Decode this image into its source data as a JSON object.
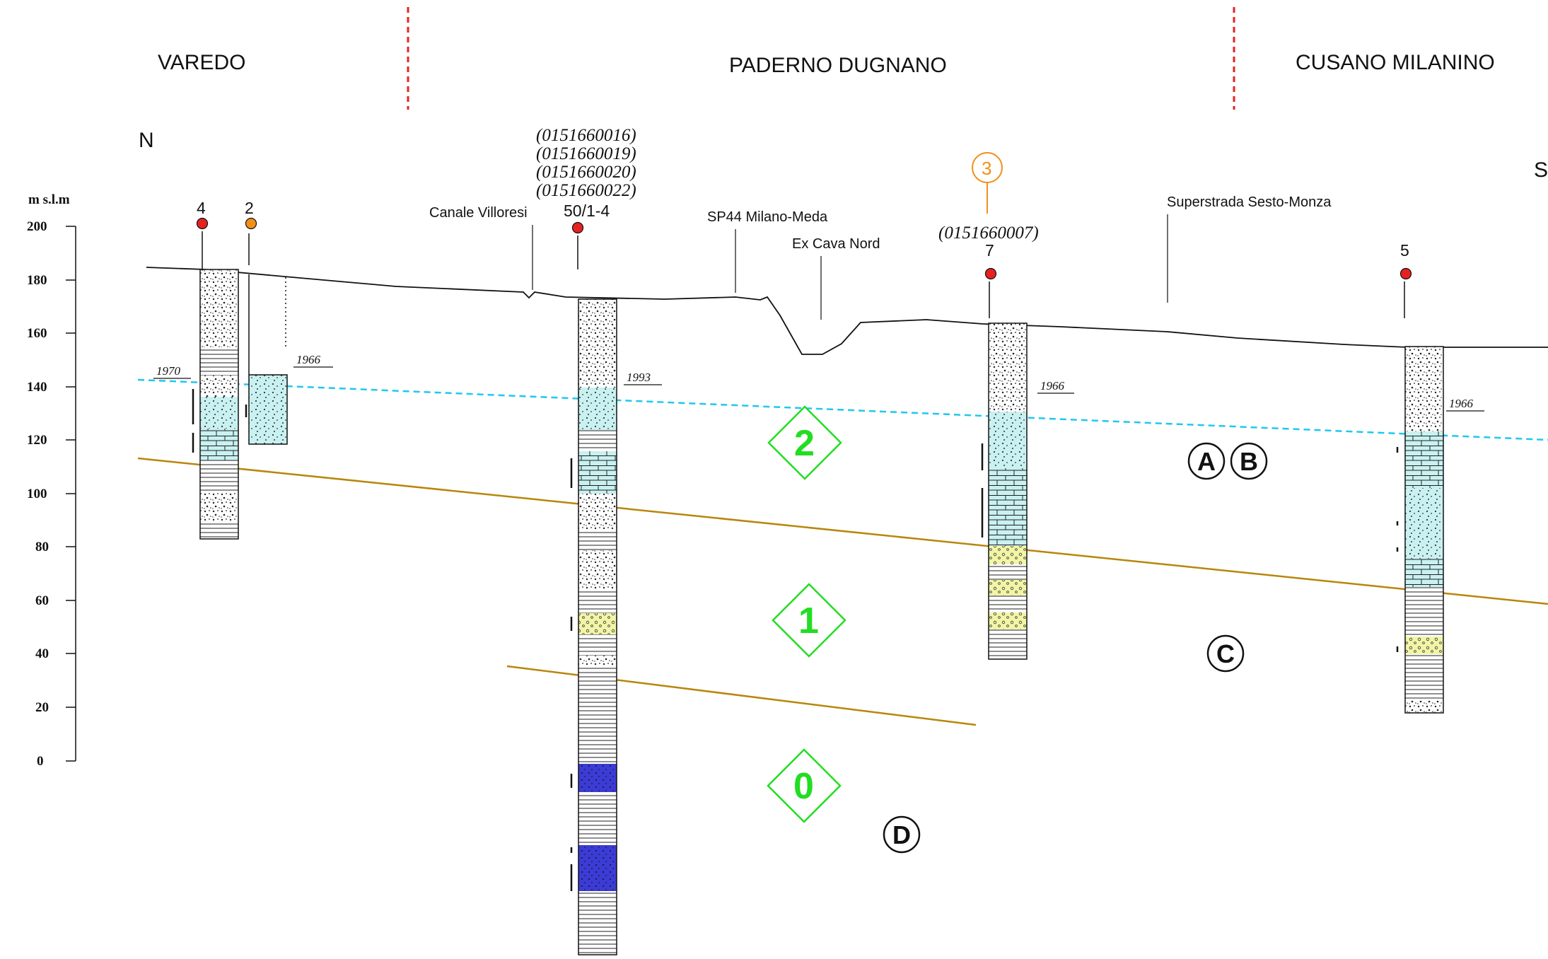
{
  "regions": [
    "VAREDO",
    "PADERNO DUGNANO",
    "CUSANO MILANINO"
  ],
  "orientation": {
    "north": "N",
    "south": "S"
  },
  "axis": {
    "title": "m s.l.m",
    "ticks": [
      "200",
      "180",
      "160",
      "140",
      "120",
      "100",
      "80",
      "60",
      "40",
      "20",
      "0"
    ]
  },
  "wells": [
    {
      "id": "well-4",
      "number": "4",
      "marker_color": "#e52222"
    },
    {
      "id": "well-2",
      "number": "2",
      "marker_color": "#f0901a"
    },
    {
      "id": "well-50",
      "number": "50/1-4",
      "marker_color": "#e52222",
      "codes": [
        "(0151660016)",
        "(0151660019)",
        "(0151660020)",
        "(0151660022)"
      ]
    },
    {
      "id": "well-7",
      "number": "7",
      "marker_color": "#e52222",
      "codes": [
        "(0151660007)"
      ]
    },
    {
      "id": "well-5",
      "number": "5",
      "marker_color": "#e52222"
    }
  ],
  "section_ref": {
    "label": "3",
    "color": "#f0901a"
  },
  "landmarks": [
    "Canale Villoresi",
    "SP44 Milano-Meda",
    "Ex Cava Nord",
    "Superstrada Sesto-Monza"
  ],
  "water_level_years": [
    "1970",
    "1966",
    "1993",
    "1966",
    "1966"
  ],
  "hydro_units": [
    "2",
    "1",
    "0"
  ],
  "aquifer_labels": [
    "A",
    "B",
    "C",
    "D"
  ],
  "colors": {
    "water_table": "#1ec8f0",
    "boundary": "#b8860b",
    "unit_marker": "#22dd22",
    "gravel_fill": "#c9f1f1",
    "silt_fill": "#f2f5a6",
    "deep_fill": "#3b3bd6",
    "region_divider": "#e52222"
  }
}
